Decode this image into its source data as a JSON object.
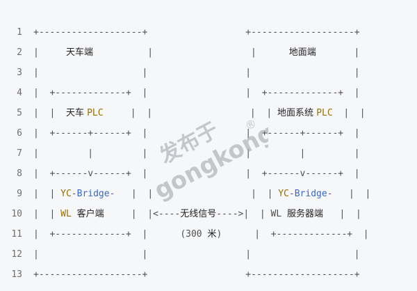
{
  "lines": [
    {
      "n": "1",
      "segs": [
        {
          "t": "+-------------------+                  +-------------------+",
          "c": ""
        }
      ]
    },
    {
      "n": "2",
      "segs": [
        {
          "t": "|     ",
          "c": ""
        },
        {
          "t": "天车端",
          "c": "cjk"
        },
        {
          "t": "          |                  |      ",
          "c": ""
        },
        {
          "t": "地面端",
          "c": "cjk"
        },
        {
          "t": "       |",
          "c": ""
        }
      ]
    },
    {
      "n": "3",
      "segs": [
        {
          "t": "|                   |                  |                   |",
          "c": ""
        }
      ]
    },
    {
      "n": "4",
      "segs": [
        {
          "t": "|  +-------------+  |                  |  +-------------+  |",
          "c": ""
        }
      ]
    },
    {
      "n": "5",
      "segs": [
        {
          "t": "|  |  ",
          "c": ""
        },
        {
          "t": "天车 ",
          "c": "cjk"
        },
        {
          "t": "PLC",
          "c": "kw"
        },
        {
          "t": "     |  |                  |  | ",
          "c": ""
        },
        {
          "t": "地面系统 ",
          "c": "cjk"
        },
        {
          "t": "PLC",
          "c": "kw"
        },
        {
          "t": "  |  |",
          "c": ""
        }
      ]
    },
    {
      "n": "6",
      "segs": [
        {
          "t": "|  +------+------+  |                  |  +------+------+  |",
          "c": ""
        }
      ]
    },
    {
      "n": "7",
      "segs": [
        {
          "t": "|         |         |                  |         |         |",
          "c": ""
        }
      ]
    },
    {
      "n": "8",
      "segs": [
        {
          "t": "|  +------v------+  |                  |  +------v------+  |",
          "c": ""
        }
      ]
    },
    {
      "n": "9",
      "segs": [
        {
          "t": "|  | ",
          "c": ""
        },
        {
          "t": "YC",
          "c": "kw"
        },
        {
          "t": "-",
          "c": "sym"
        },
        {
          "t": "Bridge",
          "c": "ident"
        },
        {
          "t": "-",
          "c": "sym"
        },
        {
          "t": "   |  |                  |  | ",
          "c": ""
        },
        {
          "t": "YC",
          "c": "kw"
        },
        {
          "t": "-",
          "c": "sym"
        },
        {
          "t": "Bridge",
          "c": "ident"
        },
        {
          "t": "-",
          "c": "sym"
        },
        {
          "t": "   |  |",
          "c": ""
        }
      ]
    },
    {
      "n": "10",
      "segs": [
        {
          "t": "|  | ",
          "c": ""
        },
        {
          "t": "WL",
          "c": "kw"
        },
        {
          "t": " ",
          "c": ""
        },
        {
          "t": "客户端",
          "c": "cjk"
        },
        {
          "t": "     |  |<----",
          "c": ""
        },
        {
          "t": "无线信号",
          "c": "cjk"
        },
        {
          "t": "---->|  | WL ",
          "c": ""
        },
        {
          "t": "服务器端",
          "c": "cjk"
        },
        {
          "t": "   |  |",
          "c": ""
        }
      ]
    },
    {
      "n": "11",
      "segs": [
        {
          "t": "|  +-------------+  |      (300 ",
          "c": ""
        },
        {
          "t": "米",
          "c": "cjk"
        },
        {
          "t": ")      |  +-------------+  |",
          "c": ""
        }
      ]
    },
    {
      "n": "12",
      "segs": [
        {
          "t": "|                   |                  |                   |",
          "c": ""
        }
      ]
    },
    {
      "n": "13",
      "segs": [
        {
          "t": "+-------------------+                  +-------------------+",
          "c": ""
        }
      ]
    }
  ],
  "watermark": {
    "top": "发布于",
    "bottom": "gongkong",
    "mark": "®"
  },
  "colors": {
    "background": "#f6f7f9",
    "keyword": "#9a6e00",
    "identifier": "#3867c7",
    "line_number": "#6d6d6d"
  }
}
